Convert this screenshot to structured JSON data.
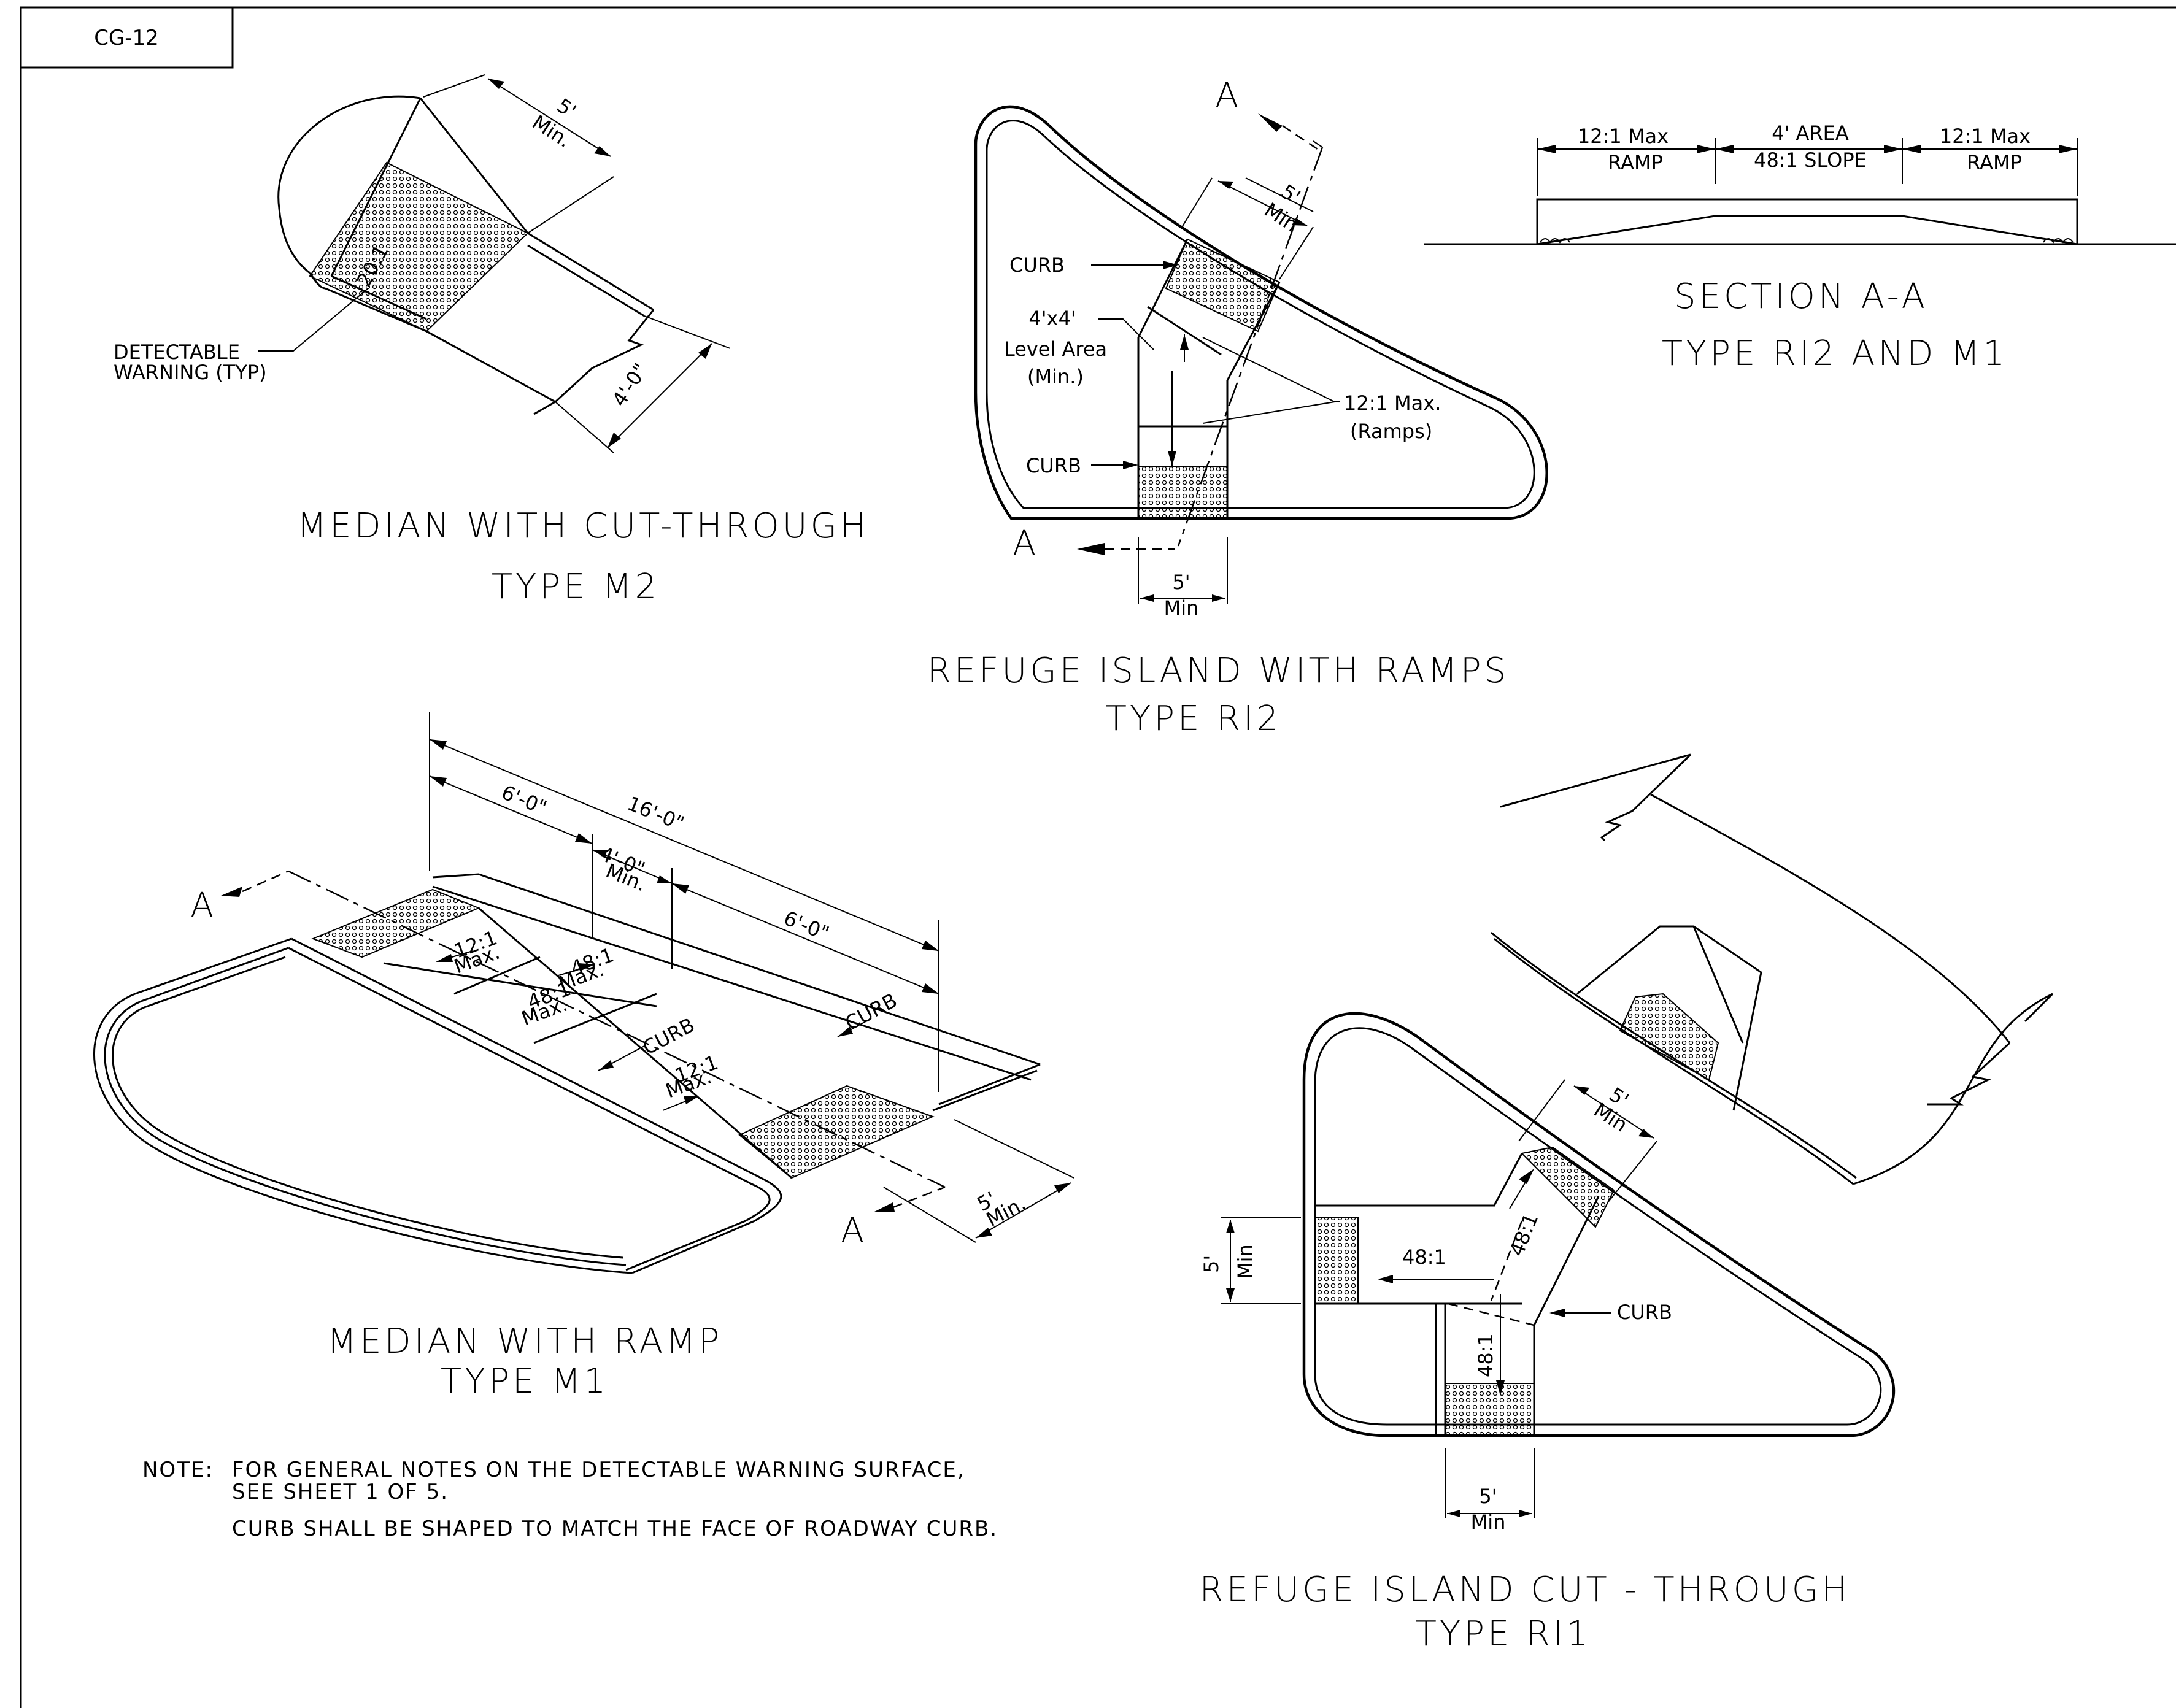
{
  "sheet_id": "CG-12",
  "median_cut_through": {
    "dim_5_min": [
      "5'",
      "Min."
    ],
    "slope": "20:1",
    "detectable_warning": [
      "DETECTABLE",
      "WARNING (TYP)"
    ],
    "width": "4'-0\"",
    "title": "MEDIAN WITH CUT-THROUGH",
    "type": "TYPE M2"
  },
  "refuge_island_ramps": {
    "section_mark": "A",
    "dim_5_min_top": [
      "5'",
      "Min"
    ],
    "curb_top": "CURB",
    "level_area": [
      "4'x4'",
      "Level Area",
      "(Min.)"
    ],
    "ramp_slope": [
      "12:1 Max.",
      "(Ramps)"
    ],
    "curb_bottom": "CURB",
    "dim_5_min_bottom": [
      "5'",
      "Min"
    ],
    "title": "REFUGE ISLAND WITH RAMPS",
    "type": "TYPE RI2"
  },
  "section_aa": {
    "left_ramp": [
      "12:1 Max",
      "RAMP"
    ],
    "center_area": [
      "4' AREA",
      "48:1 SLOPE"
    ],
    "right_ramp": [
      "12:1 Max",
      "RAMP"
    ],
    "title": "SECTION A-A",
    "subtitle": "TYPE RI2 AND M1"
  },
  "median_with_ramp": {
    "dim_16": "16'-0\"",
    "dim_6_left": "6'-0\"",
    "dim_4_min": [
      "4'-0\"",
      "Min."
    ],
    "dim_6_right": "6'-0\"",
    "section_mark": "A",
    "slope_12_max_left": [
      "12:1",
      "Max."
    ],
    "slope_48_1": [
      "48:1",
      "Max."
    ],
    "slope_48_2": [
      "48:1",
      "Max."
    ],
    "slope_12_max_right": [
      "12:1",
      "Max."
    ],
    "curb_1": "CURB",
    "curb_2": "CURB",
    "dim_5_min": [
      "5'",
      "Min."
    ],
    "title": "MEDIAN WITH RAMP",
    "type": "TYPE M1"
  },
  "notes": {
    "label": "NOTE:",
    "line1": "FOR GENERAL NOTES ON THE DETECTABLE WARNING SURFACE,",
    "line2": "SEE SHEET 1 OF 5.",
    "line3": "CURB SHALL BE SHAPED TO MATCH THE FACE OF ROADWAY CURB."
  },
  "refuge_island_cut_through": {
    "dim_5_min_top": [
      "5'",
      "Min"
    ],
    "dim_5_min_left": [
      "5'",
      "Min"
    ],
    "slope_48_horizontal": "48:1",
    "slope_48_diagonal": "48:1",
    "slope_48_vertical": "48:1",
    "curb": "CURB",
    "dim_5_min_bottom": [
      "5'",
      "Min"
    ],
    "title": "REFUGE ISLAND CUT - THROUGH",
    "type": "TYPE RI1"
  }
}
